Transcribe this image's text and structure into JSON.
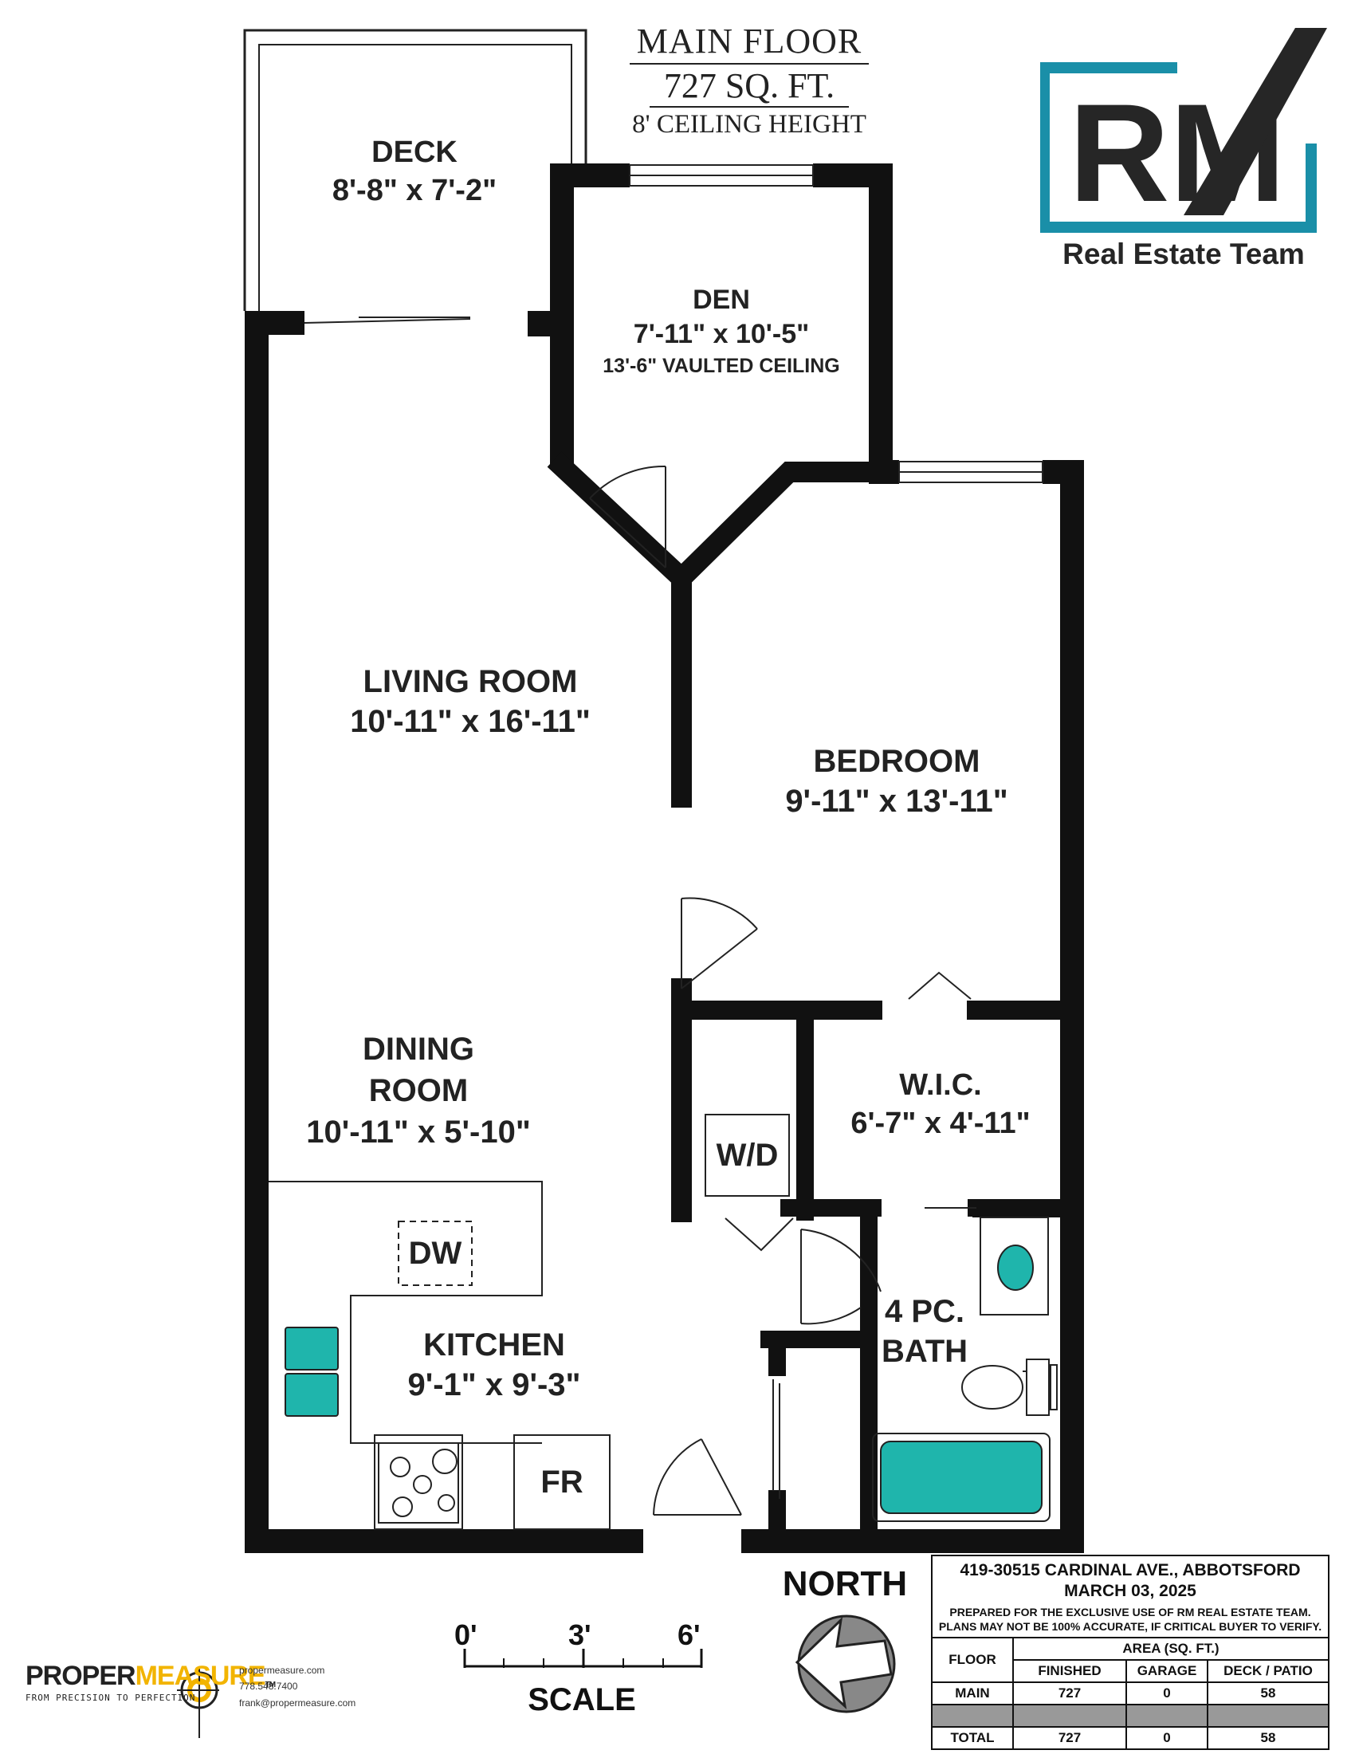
{
  "header": {
    "floor": "MAIN FLOOR",
    "area": "727 SQ. FT.",
    "ceiling": "8' CEILING HEIGHT"
  },
  "logo": {
    "letters": "RM",
    "tagline": "Real Estate Team",
    "accent_color": "#1a8fa8",
    "text_color": "#262626"
  },
  "rooms": {
    "deck": {
      "name": "DECK",
      "dims": "8'-8\" x 7'-2\""
    },
    "den": {
      "name": "DEN",
      "dims": "7'-11\" x 10'-5\"",
      "note": "13'-6\" VAULTED CEILING"
    },
    "living": {
      "name": "LIVING ROOM",
      "dims": "10'-11\" x 16'-11\""
    },
    "bedroom": {
      "name": "BEDROOM",
      "dims": "9'-11\" x 13'-11\""
    },
    "dining": {
      "name_line1": "DINING",
      "name_line2": "ROOM",
      "dims": "10'-11\" x 5'-10\""
    },
    "wic": {
      "name": "W.I.C.",
      "dims": "6'-7\" x 4'-11\""
    },
    "kitchen": {
      "name": "KITCHEN",
      "dims": "9'-1\" x 9'-3\""
    },
    "bath": {
      "name_line1": "4 PC.",
      "name_line2": "BATH"
    }
  },
  "fixtures": {
    "washer_dryer": "W/D",
    "dishwasher": "DW",
    "fridge": "FR"
  },
  "fixture_color": "#1fb5ac",
  "north_label": "NORTH",
  "scale": {
    "label": "SCALE",
    "tick_0": "0'",
    "tick_3": "3'",
    "tick_6": "6'"
  },
  "info": {
    "address": "419-30515 CARDINAL AVE., ABBOTSFORD",
    "date": "MARCH 03, 2025",
    "disclaimer_1": "PREPARED FOR THE EXCLUSIVE USE OF RM REAL ESTATE TEAM.",
    "disclaimer_2": "PLANS MAY NOT BE 100% ACCURATE, IF CRITICAL BUYER TO VERIFY."
  },
  "area_table": {
    "floor_header": "FLOOR",
    "area_header": "AREA (SQ. FT.)",
    "columns": [
      "FINISHED",
      "GARAGE",
      "DECK / PATIO"
    ],
    "rows": [
      {
        "floor": "MAIN",
        "finished": "727",
        "garage": "0",
        "deck": "58"
      },
      {
        "floor": "",
        "finished": "",
        "garage": "",
        "deck": ""
      },
      {
        "floor": "TOTAL",
        "finished": "727",
        "garage": "0",
        "deck": "58"
      }
    ]
  },
  "company": {
    "name_part1": "PROPER",
    "name_part2": "MEASURE",
    "tm": "TM",
    "tagline": "FROM PRECISION TO PERFECTION",
    "website": "propermeasure.com",
    "phone": "778.548.7400",
    "email": "frank@propermeasure.com",
    "accent_color": "#f2b400"
  }
}
